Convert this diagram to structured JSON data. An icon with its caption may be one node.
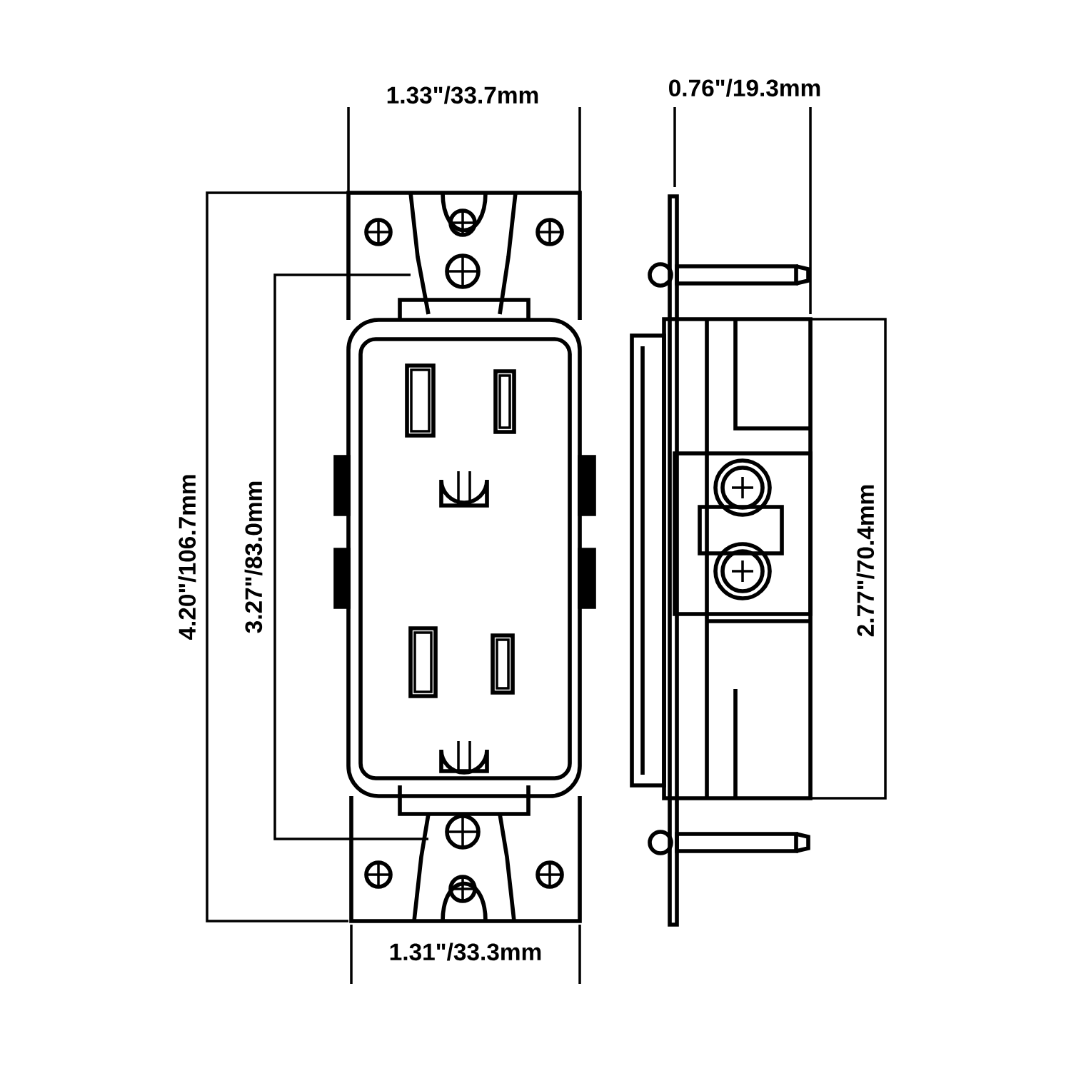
{
  "diagram": {
    "labels": [
      "1.33\"/33.7mm",
      "0.76\"/19.3mm",
      "4.20\"/106.7mm",
      "3.27\"/83.0mm",
      "2.77\"/70.4mm",
      "1.31\"/33.3mm"
    ]
  }
}
